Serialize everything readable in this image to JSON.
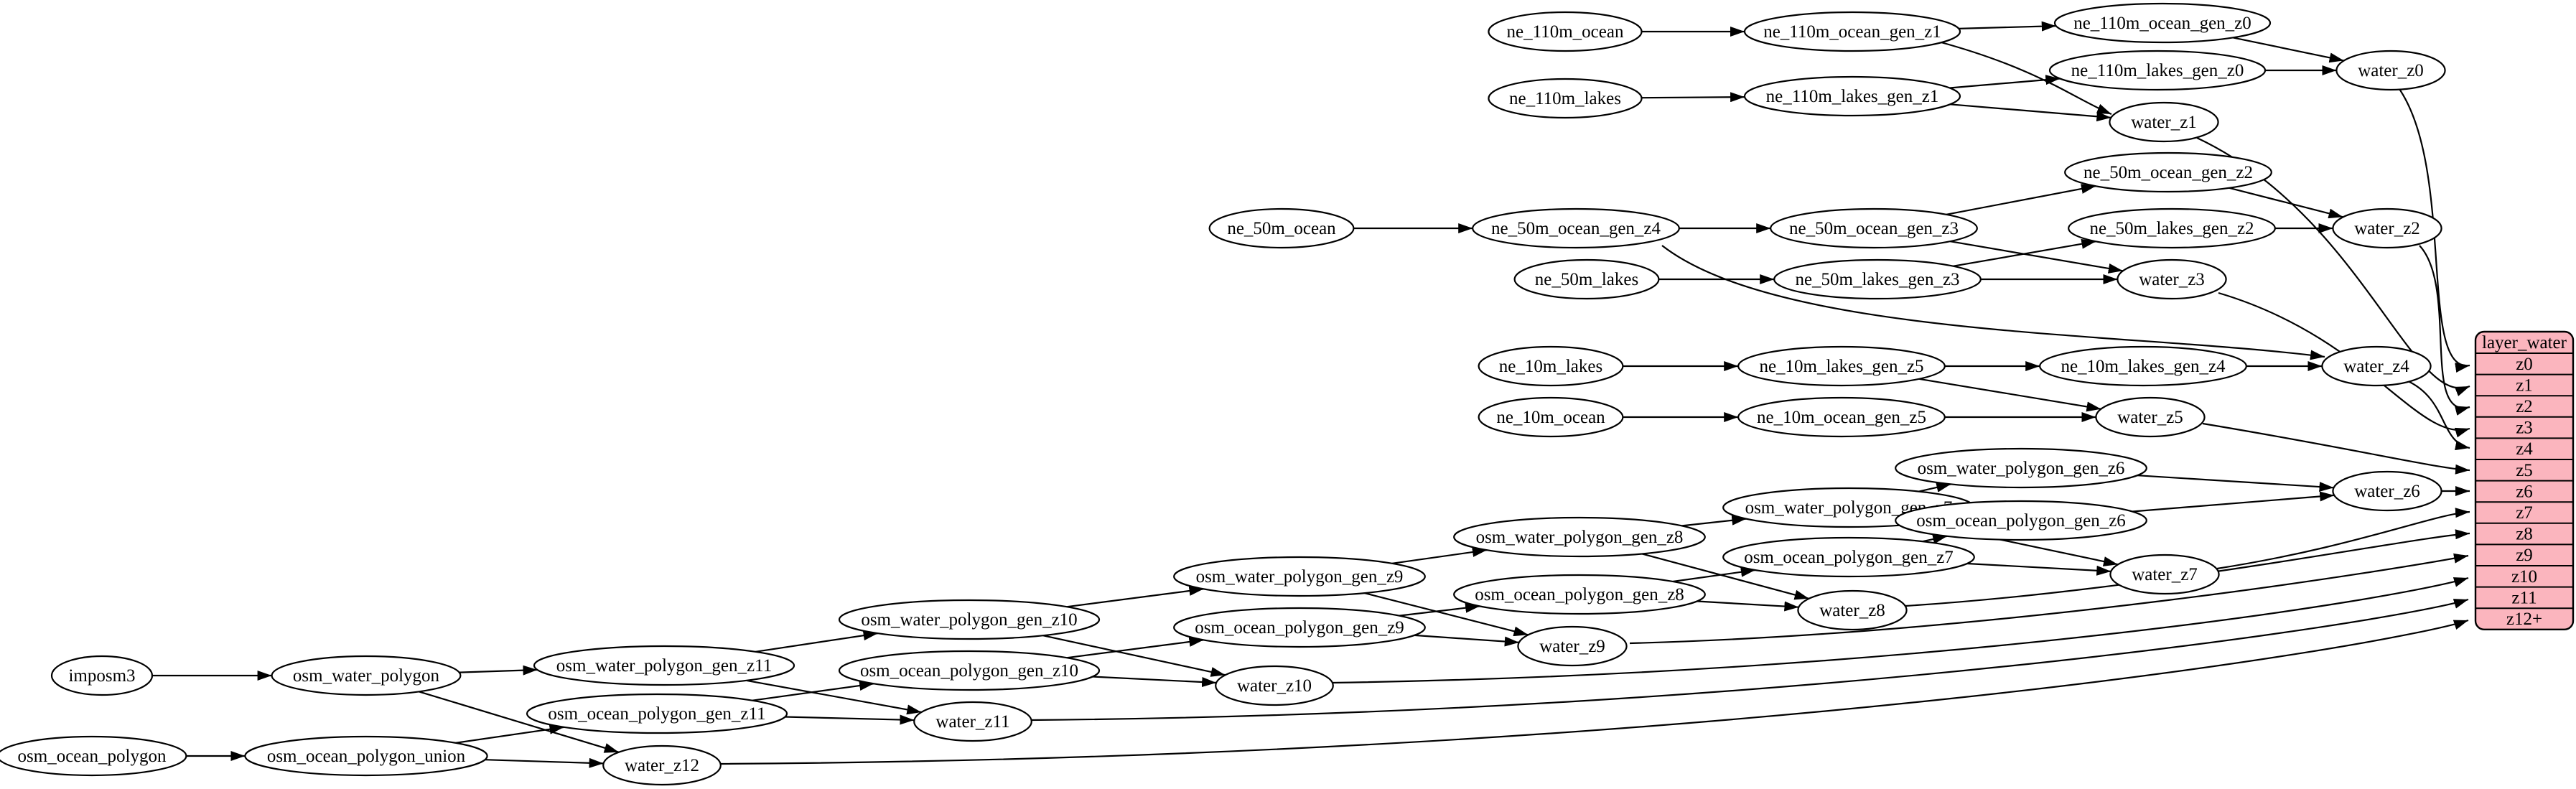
{
  "diagram": {
    "nodes": [
      {
        "id": "imposm3",
        "label": "imposm3"
      },
      {
        "id": "osm_water_polygon",
        "label": "osm_water_polygon"
      },
      {
        "id": "osm_ocean_polygon",
        "label": "osm_ocean_polygon"
      },
      {
        "id": "osm_ocean_polygon_union",
        "label": "osm_ocean_polygon_union"
      },
      {
        "id": "osm_water_polygon_gen_z11",
        "label": "osm_water_polygon_gen_z11"
      },
      {
        "id": "osm_ocean_polygon_gen_z11",
        "label": "osm_ocean_polygon_gen_z11"
      },
      {
        "id": "osm_water_polygon_gen_z10",
        "label": "osm_water_polygon_gen_z10"
      },
      {
        "id": "osm_ocean_polygon_gen_z10",
        "label": "osm_ocean_polygon_gen_z10"
      },
      {
        "id": "osm_water_polygon_gen_z9",
        "label": "osm_water_polygon_gen_z9"
      },
      {
        "id": "osm_ocean_polygon_gen_z9",
        "label": "osm_ocean_polygon_gen_z9"
      },
      {
        "id": "osm_water_polygon_gen_z8",
        "label": "osm_water_polygon_gen_z8"
      },
      {
        "id": "osm_ocean_polygon_gen_z8",
        "label": "osm_ocean_polygon_gen_z8"
      },
      {
        "id": "osm_water_polygon_gen_z7",
        "label": "osm_water_polygon_gen_z7"
      },
      {
        "id": "osm_ocean_polygon_gen_z7",
        "label": "osm_ocean_polygon_gen_z7"
      },
      {
        "id": "osm_water_polygon_gen_z6",
        "label": "osm_water_polygon_gen_z6"
      },
      {
        "id": "osm_ocean_polygon_gen_z6",
        "label": "osm_ocean_polygon_gen_z6"
      },
      {
        "id": "water_z12",
        "label": "water_z12"
      },
      {
        "id": "water_z11",
        "label": "water_z11"
      },
      {
        "id": "water_z10",
        "label": "water_z10"
      },
      {
        "id": "water_z9",
        "label": "water_z9"
      },
      {
        "id": "water_z8",
        "label": "water_z8"
      },
      {
        "id": "water_z7",
        "label": "water_z7"
      },
      {
        "id": "water_z6",
        "label": "water_z6"
      },
      {
        "id": "ne_10m_lakes",
        "label": "ne_10m_lakes"
      },
      {
        "id": "ne_10m_ocean",
        "label": "ne_10m_ocean"
      },
      {
        "id": "ne_10m_lakes_gen_z5",
        "label": "ne_10m_lakes_gen_z5"
      },
      {
        "id": "ne_10m_ocean_gen_z5",
        "label": "ne_10m_ocean_gen_z5"
      },
      {
        "id": "ne_10m_lakes_gen_z4",
        "label": "ne_10m_lakes_gen_z4"
      },
      {
        "id": "water_z5",
        "label": "water_z5"
      },
      {
        "id": "water_z4",
        "label": "water_z4"
      },
      {
        "id": "ne_50m_ocean",
        "label": "ne_50m_ocean"
      },
      {
        "id": "ne_50m_lakes",
        "label": "ne_50m_lakes"
      },
      {
        "id": "ne_50m_ocean_gen_z4",
        "label": "ne_50m_ocean_gen_z4"
      },
      {
        "id": "ne_50m_ocean_gen_z3",
        "label": "ne_50m_ocean_gen_z3"
      },
      {
        "id": "ne_50m_lakes_gen_z3",
        "label": "ne_50m_lakes_gen_z3"
      },
      {
        "id": "ne_50m_ocean_gen_z2",
        "label": "ne_50m_ocean_gen_z2"
      },
      {
        "id": "ne_50m_lakes_gen_z2",
        "label": "ne_50m_lakes_gen_z2"
      },
      {
        "id": "water_z3",
        "label": "water_z3"
      },
      {
        "id": "water_z2",
        "label": "water_z2"
      },
      {
        "id": "ne_110m_ocean",
        "label": "ne_110m_ocean"
      },
      {
        "id": "ne_110m_lakes",
        "label": "ne_110m_lakes"
      },
      {
        "id": "ne_110m_ocean_gen_z1",
        "label": "ne_110m_ocean_gen_z1"
      },
      {
        "id": "ne_110m_lakes_gen_z1",
        "label": "ne_110m_lakes_gen_z1"
      },
      {
        "id": "ne_110m_ocean_gen_z0",
        "label": "ne_110m_ocean_gen_z0"
      },
      {
        "id": "ne_110m_lakes_gen_z0",
        "label": "ne_110m_lakes_gen_z0"
      },
      {
        "id": "water_z1",
        "label": "water_z1"
      },
      {
        "id": "water_z0",
        "label": "water_z0"
      }
    ],
    "edges": [
      [
        "imposm3",
        "osm_water_polygon"
      ],
      [
        "osm_water_polygon",
        "osm_water_polygon_gen_z11"
      ],
      [
        "osm_water_polygon",
        "water_z12"
      ],
      [
        "osm_ocean_polygon",
        "osm_ocean_polygon_union"
      ],
      [
        "osm_ocean_polygon_union",
        "osm_ocean_polygon_gen_z11"
      ],
      [
        "osm_ocean_polygon_union",
        "water_z12"
      ],
      [
        "osm_water_polygon_gen_z11",
        "osm_water_polygon_gen_z10"
      ],
      [
        "osm_water_polygon_gen_z11",
        "water_z11"
      ],
      [
        "osm_ocean_polygon_gen_z11",
        "osm_ocean_polygon_gen_z10"
      ],
      [
        "osm_ocean_polygon_gen_z11",
        "water_z11"
      ],
      [
        "osm_water_polygon_gen_z10",
        "osm_water_polygon_gen_z9"
      ],
      [
        "osm_water_polygon_gen_z10",
        "water_z10"
      ],
      [
        "osm_ocean_polygon_gen_z10",
        "osm_ocean_polygon_gen_z9"
      ],
      [
        "osm_ocean_polygon_gen_z10",
        "water_z10"
      ],
      [
        "osm_water_polygon_gen_z9",
        "osm_water_polygon_gen_z8"
      ],
      [
        "osm_water_polygon_gen_z9",
        "water_z9"
      ],
      [
        "osm_ocean_polygon_gen_z9",
        "osm_ocean_polygon_gen_z8"
      ],
      [
        "osm_ocean_polygon_gen_z9",
        "water_z9"
      ],
      [
        "osm_water_polygon_gen_z8",
        "osm_water_polygon_gen_z7"
      ],
      [
        "osm_water_polygon_gen_z8",
        "water_z8"
      ],
      [
        "osm_ocean_polygon_gen_z8",
        "osm_ocean_polygon_gen_z7"
      ],
      [
        "osm_ocean_polygon_gen_z8",
        "water_z8"
      ],
      [
        "osm_water_polygon_gen_z7",
        "osm_water_polygon_gen_z6"
      ],
      [
        "osm_water_polygon_gen_z7",
        "water_z7"
      ],
      [
        "osm_ocean_polygon_gen_z7",
        "osm_ocean_polygon_gen_z6"
      ],
      [
        "osm_ocean_polygon_gen_z7",
        "water_z7"
      ],
      [
        "osm_water_polygon_gen_z6",
        "water_z6"
      ],
      [
        "osm_ocean_polygon_gen_z6",
        "water_z6"
      ],
      [
        "ne_10m_lakes",
        "ne_10m_lakes_gen_z5"
      ],
      [
        "ne_10m_ocean",
        "ne_10m_ocean_gen_z5"
      ],
      [
        "ne_10m_lakes_gen_z5",
        "ne_10m_lakes_gen_z4"
      ],
      [
        "ne_10m_lakes_gen_z5",
        "water_z5"
      ],
      [
        "ne_10m_ocean_gen_z5",
        "water_z5"
      ],
      [
        "ne_10m_lakes_gen_z4",
        "water_z4"
      ],
      [
        "ne_50m_ocean",
        "ne_50m_ocean_gen_z4"
      ],
      [
        "ne_50m_lakes",
        "ne_50m_lakes_gen_z3"
      ],
      [
        "ne_50m_ocean_gen_z4",
        "ne_50m_ocean_gen_z3"
      ],
      [
        "ne_50m_ocean_gen_z4",
        "water_z4"
      ],
      [
        "ne_50m_ocean_gen_z3",
        "ne_50m_ocean_gen_z2"
      ],
      [
        "ne_50m_ocean_gen_z3",
        "water_z3"
      ],
      [
        "ne_50m_lakes_gen_z3",
        "ne_50m_lakes_gen_z2"
      ],
      [
        "ne_50m_lakes_gen_z3",
        "water_z3"
      ],
      [
        "ne_50m_ocean_gen_z2",
        "water_z2"
      ],
      [
        "ne_50m_lakes_gen_z2",
        "water_z2"
      ],
      [
        "ne_110m_ocean",
        "ne_110m_ocean_gen_z1"
      ],
      [
        "ne_110m_lakes",
        "ne_110m_lakes_gen_z1"
      ],
      [
        "ne_110m_ocean_gen_z1",
        "ne_110m_ocean_gen_z0"
      ],
      [
        "ne_110m_ocean_gen_z1",
        "water_z1"
      ],
      [
        "ne_110m_lakes_gen_z1",
        "ne_110m_lakes_gen_z0"
      ],
      [
        "ne_110m_lakes_gen_z1",
        "water_z1"
      ],
      [
        "ne_110m_ocean_gen_z0",
        "water_z0"
      ],
      [
        "ne_110m_lakes_gen_z0",
        "water_z0"
      ],
      [
        "water_z0",
        "layer_water:z0"
      ],
      [
        "water_z1",
        "layer_water:z1"
      ],
      [
        "water_z2",
        "layer_water:z2"
      ],
      [
        "water_z3",
        "layer_water:z3"
      ],
      [
        "water_z4",
        "layer_water:z4"
      ],
      [
        "water_z5",
        "layer_water:z5"
      ],
      [
        "water_z6",
        "layer_water:z6"
      ],
      [
        "water_z7",
        "layer_water:z7"
      ],
      [
        "water_z8",
        "layer_water:z8"
      ],
      [
        "water_z9",
        "layer_water:z9"
      ],
      [
        "water_z10",
        "layer_water:z10"
      ],
      [
        "water_z11",
        "layer_water:z11"
      ],
      [
        "water_z12",
        "layer_water:z12+"
      ]
    ]
  },
  "table": {
    "title": "layer_water",
    "rows": [
      "z0",
      "z1",
      "z2",
      "z3",
      "z4",
      "z5",
      "z6",
      "z7",
      "z8",
      "z9",
      "z10",
      "z11",
      "z12+"
    ]
  },
  "colors": {
    "background": "#ffffff",
    "node_fill": "#ffffff",
    "node_stroke": "#000000",
    "edge": "#000000",
    "table_fill": "#FBB5BE",
    "table_stroke": "#000000",
    "text": "#000000"
  }
}
